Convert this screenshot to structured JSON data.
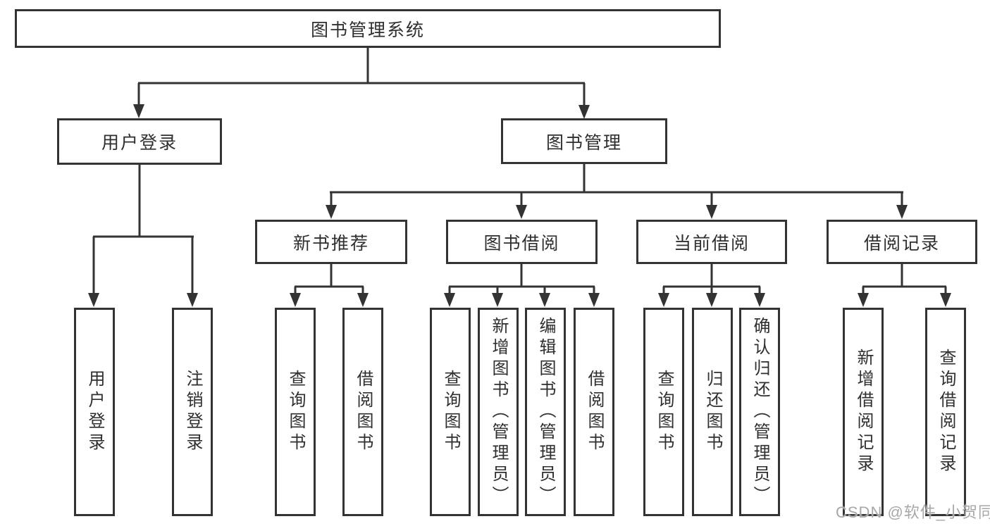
{
  "diagram_title": "图书管理系统",
  "colors": {
    "line": "#333333",
    "box_border": "#333333",
    "text": "#2f2f2f",
    "watermark": "#a8a8a8",
    "background": "#ffffff"
  },
  "nodes": {
    "root": {
      "label": "图书管理系统",
      "parent": null,
      "level": 0
    },
    "user_login_group": {
      "label": "用户登录",
      "parent": "root",
      "level": 1
    },
    "book_mgmt": {
      "label": "图书管理",
      "parent": "root",
      "level": 1
    },
    "user_login": {
      "label": "用户登录",
      "parent": "user_login_group",
      "level": 2,
      "orientation": "vertical"
    },
    "logout": {
      "label": "注销登录",
      "parent": "user_login_group",
      "level": 2,
      "orientation": "vertical"
    },
    "new_book_rec": {
      "label": "新书推荐",
      "parent": "book_mgmt",
      "level": 2
    },
    "book_borrow": {
      "label": "图书借阅",
      "parent": "book_mgmt",
      "level": 2
    },
    "current_borrow": {
      "label": "当前借阅",
      "parent": "book_mgmt",
      "level": 2
    },
    "borrow_records": {
      "label": "借阅记录",
      "parent": "book_mgmt",
      "level": 2
    },
    "query_book_rec": {
      "label": "查询图书",
      "parent": "new_book_rec",
      "level": 3,
      "orientation": "vertical"
    },
    "borrow_book_rec": {
      "label": "借阅图书",
      "parent": "new_book_rec",
      "level": 3,
      "orientation": "vertical"
    },
    "query_book_borrow": {
      "label": "查询图书",
      "parent": "book_borrow",
      "level": 3,
      "orientation": "vertical"
    },
    "add_book_admin": {
      "label": "新增图书（管理员）",
      "parent": "book_borrow",
      "level": 3,
      "orientation": "vertical"
    },
    "edit_book_admin": {
      "label": "编辑图书（管理员）",
      "parent": "book_borrow",
      "level": 3,
      "orientation": "vertical"
    },
    "borrow_book": {
      "label": "借阅图书",
      "parent": "book_borrow",
      "level": 3,
      "orientation": "vertical"
    },
    "query_book_current": {
      "label": "查询图书",
      "parent": "current_borrow",
      "level": 3,
      "orientation": "vertical"
    },
    "return_book": {
      "label": "归还图书",
      "parent": "current_borrow",
      "level": 3,
      "orientation": "vertical"
    },
    "confirm_return_admin": {
      "label": "确认归还（管理员）",
      "parent": "current_borrow",
      "level": 3,
      "orientation": "vertical"
    },
    "add_borrow_record": {
      "label": "新增借阅记录",
      "parent": "borrow_records",
      "level": 3,
      "orientation": "vertical"
    },
    "query_borrow_record": {
      "label": "查询借阅记录",
      "parent": "borrow_records",
      "level": 3,
      "orientation": "vertical"
    }
  },
  "watermark": {
    "text": "CSDN @软件_小贺同学"
  }
}
